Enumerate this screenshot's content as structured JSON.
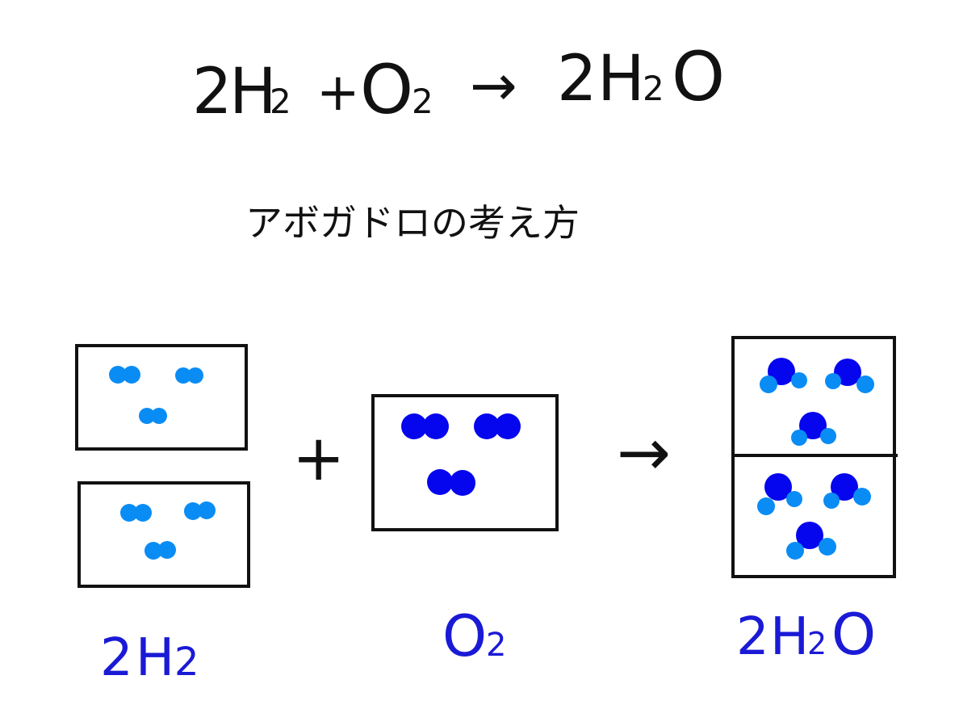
{
  "equation": {
    "reactant1": {
      "coefficient": "2",
      "element": "H",
      "subscript": "2"
    },
    "plus": "+",
    "reactant2": {
      "element": "O",
      "subscript": "2"
    },
    "arrow": "→",
    "product": {
      "coefficient": "2",
      "element": "H",
      "subscript": "2",
      "tail": "O"
    }
  },
  "heading": "アボガドロの考え方",
  "diagram": {
    "plus": "+",
    "arrow": "→",
    "labels": {
      "h2": {
        "coefficient": "2",
        "element": "H",
        "subscript": "2"
      },
      "o2": {
        "element": "O",
        "subscript": "2"
      },
      "h2o": {
        "coefficient": "2",
        "element": "H",
        "subscript": "2",
        "tail": "O"
      }
    },
    "molecule_counts": {
      "h2_per_box": 3,
      "o2_per_box": 3,
      "h2o_per_box": 3
    }
  },
  "colors": {
    "ink": "#111111",
    "label_blue": "#1a1ad6",
    "hydrogen": "#0a8cf5",
    "oxygen": "#0505ee",
    "background": "#ffffff"
  }
}
